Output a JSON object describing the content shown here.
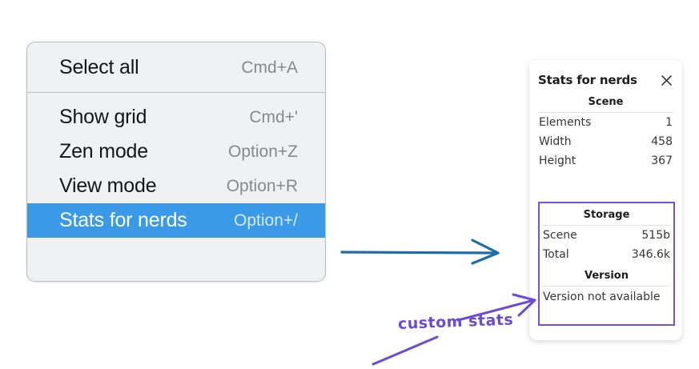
{
  "menu": {
    "name": "context-menu",
    "groups": [
      {
        "items": [
          {
            "label": "Select all",
            "shortcut": "Cmd+A",
            "selected": false,
            "name": "menu-item-select-all"
          }
        ]
      },
      {
        "items": [
          {
            "label": "Show grid",
            "shortcut": "Cmd+'",
            "selected": false,
            "name": "menu-item-show-grid"
          },
          {
            "label": "Zen mode",
            "shortcut": "Option+Z",
            "selected": false,
            "name": "menu-item-zen-mode"
          },
          {
            "label": "View mode",
            "shortcut": "Option+R",
            "selected": false,
            "name": "menu-item-view-mode"
          },
          {
            "label": "Stats for nerds",
            "shortcut": "Option+/",
            "selected": true,
            "name": "menu-item-stats-for-nerds"
          }
        ]
      }
    ],
    "highlight_color": "#3b9ae8"
  },
  "stats_panel": {
    "title": "Stats for nerds",
    "close_icon": "close-icon",
    "sections": [
      {
        "heading": "Scene",
        "rows": [
          {
            "label": "Elements",
            "value": "1"
          },
          {
            "label": "Width",
            "value": "458"
          },
          {
            "label": "Height",
            "value": "367"
          }
        ]
      },
      {
        "heading": "Storage",
        "rows": [
          {
            "label": "Scene",
            "value": "515b"
          },
          {
            "label": "Total",
            "value": "346.6k"
          }
        ]
      },
      {
        "heading": "Version",
        "text": "Version not available"
      }
    ],
    "highlight_border_color": "#7a4fe0"
  },
  "annotations": {
    "handwritten_label": "custom stats",
    "handwritten_color": "#6b4bd6",
    "blue_arrow_color": "#1c6ca8",
    "purple_arrow_color": "#6b4bd6"
  }
}
